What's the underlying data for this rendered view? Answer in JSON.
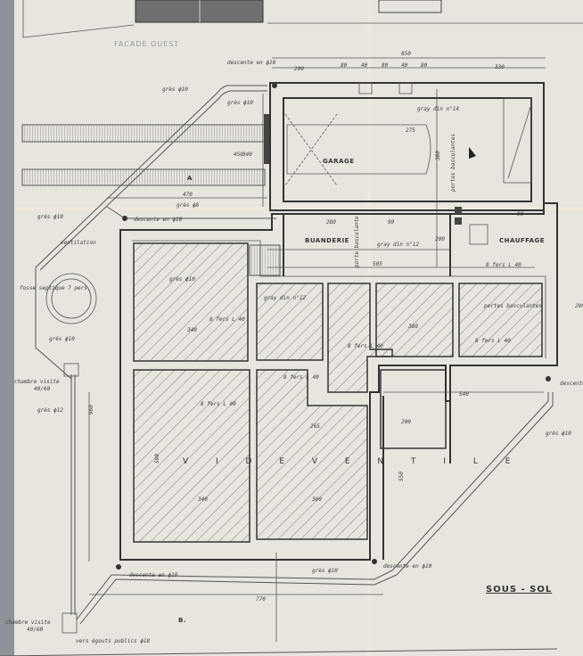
{
  "plan": {
    "title": "SOUS - SOL",
    "facade_label": "FACADE OUEST",
    "section_a": "A",
    "section_b": "B.",
    "rooms": {
      "garage": "GARAGE",
      "buanderie": "BUANDERIE",
      "chauffage": "CHAUFFAGE",
      "vide_ventile": "V I D E  V E N T I L E"
    },
    "notes": {
      "descente_top": "descente en ϕ10",
      "descente_mid": "descente en ϕ10",
      "descente_bottom_left": "descente en ϕ10",
      "descente_bottom_right": "descente en ϕ10",
      "descente_right": "descente",
      "gres_1": "grès ϕ10",
      "gres_2": "grès ϕ10",
      "gres_3": "grès ϕ10",
      "gres_4": "grès ϕ8",
      "gres_5": "grès ϕ10",
      "gres_6": "grès ϕ12",
      "gres_7": "grès ϕ10",
      "gres_8": "grès ϕ10",
      "gres_9": "grès ϕ10",
      "ventilation": "ventilation",
      "fosse": "fosse septique 7 pers.",
      "chambre_visite_1": "chambre visite",
      "chambre_visite_1_size": "40/60",
      "chambre_visite_2": "chambre visite",
      "chambre_visite_2_size": "40/60",
      "egouts": "vers égouts publics ϕ18",
      "gray_garage": "gray din n°14",
      "gray_buanderie": "gray din n°12",
      "gray_3": "gray din n°12",
      "porte_garage": "portes basculantes",
      "porte_buanderie": "porte basculante",
      "porte_3": "portes basculantes",
      "fer_1": "8 fers L 40",
      "fer_2": "8 fers L 40",
      "fer_3": "8 fers L 40",
      "fer_4": "8 fers L 40",
      "fer_5": "8 fers L 40",
      "fer_6": "8 fers L 40"
    },
    "dimensions": {
      "total": "850",
      "d200": "200",
      "d80a": "80",
      "d40a": "40",
      "d80b": "80",
      "d40b": "40",
      "d80c": "80",
      "d330": "330",
      "d470": "470",
      "d450": "450",
      "d340": "340",
      "d280": "280",
      "d90": "90",
      "d90b": "90",
      "d505": "505",
      "d200b": "200",
      "d290": "290",
      "d340b": "340",
      "d340c": "340",
      "d380": "380",
      "d380b": "380",
      "d540": "540",
      "d200c": "200",
      "d770": "770",
      "d960": "960",
      "d590": "590",
      "d550": "550",
      "d275": "275",
      "d380c": "380",
      "d265": "265"
    }
  }
}
